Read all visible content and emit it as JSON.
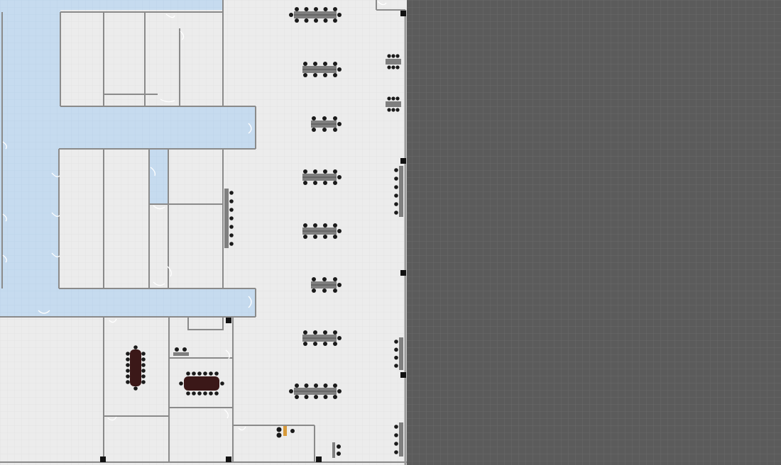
{
  "app": {
    "view": "office-floorplan-editor"
  },
  "colors": {
    "floor": "#ececec",
    "floor_grid": "#dddddd",
    "offgrid_bg": "#5b5b5b",
    "offgrid_lines": "#6a6a6a",
    "corridor": "#c6dbef",
    "wall": "#8a8a8a",
    "wall_light": "#b3b3b3",
    "desk": "#7f7f7f",
    "desk_dark": "#666666",
    "chair": "#1a1a1a",
    "column": "#111111",
    "conference_table": "#3b1818",
    "accent_orange": "#d79a3a"
  },
  "icons": {
    "desks": "desk-cluster-icon",
    "chairs": "office-chair-icon",
    "doors": "door-swing-icon",
    "columns": "structural-column-icon",
    "conference": "conference-table-icon"
  },
  "floorplan": {
    "zones": [
      "open-office",
      "corridor",
      "meeting-rooms",
      "off-floor-area"
    ],
    "desk_clusters": 8,
    "conference_tables": 2
  }
}
